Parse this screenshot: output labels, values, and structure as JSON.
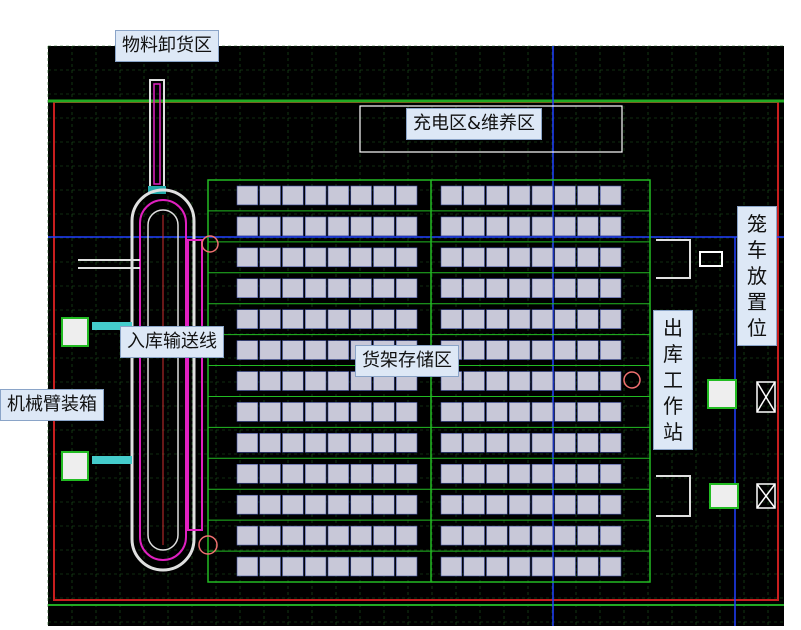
{
  "labels": {
    "unloading_area": "物料卸货区",
    "charging_maintenance": "充电区&维养区",
    "inbound_conveyor": "入库输送线",
    "rack_storage": "货架存储区",
    "robot_arm_packing": "机械臂装箱",
    "outbound_station": "出库工作站",
    "cage_cart_position": "笼车放置位"
  },
  "colors": {
    "background": "#000000",
    "grid": "#1f5a1f",
    "wall": "#c81e1e",
    "rack_frame": "#22bb22",
    "rack_slot": "#c8c8d8",
    "conveyor": "#e0e0e0",
    "magenta": "#e020c0",
    "blue_line": "#2040ff",
    "callout_bg": "#dde8f6"
  },
  "layout": {
    "rack_rows": 13,
    "rack_cols_per_block": 8,
    "rack_blocks": 2
  }
}
